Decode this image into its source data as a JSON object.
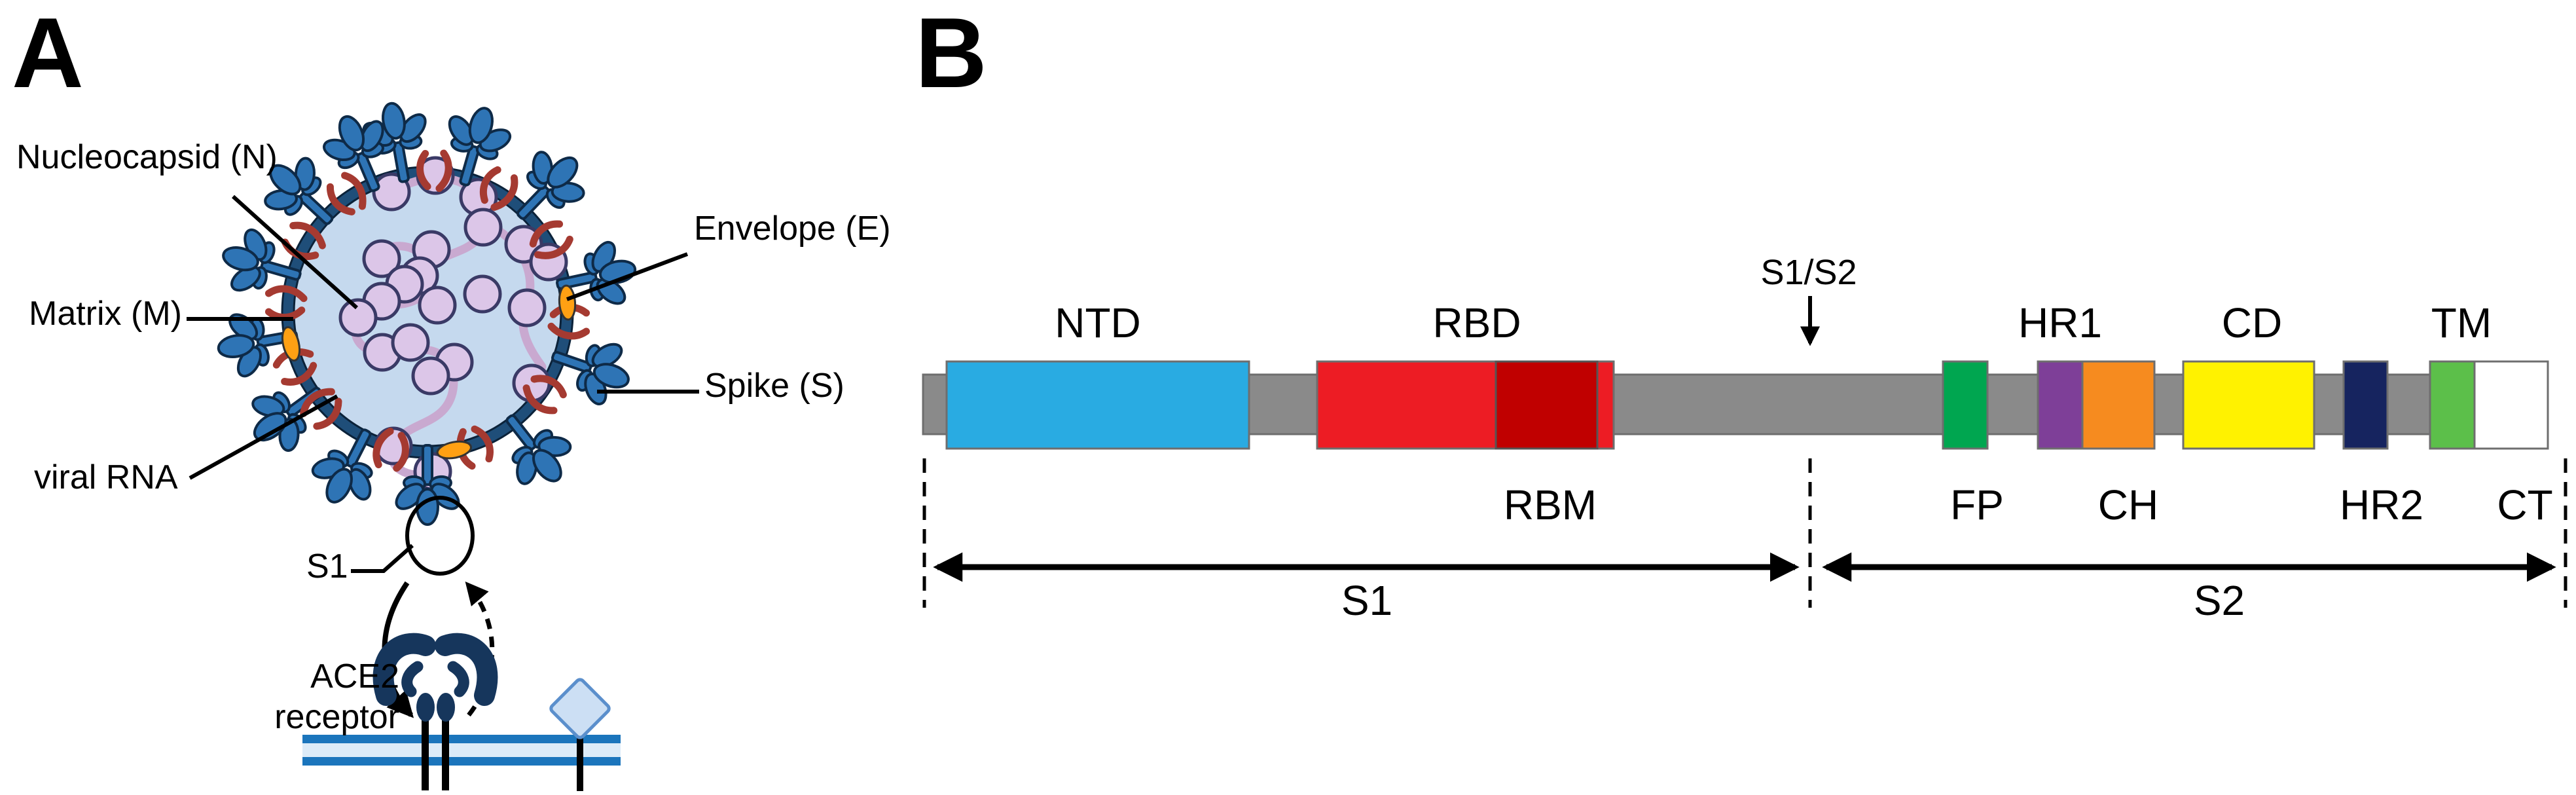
{
  "figure": {
    "panel_a": {
      "label": "A",
      "annotations": {
        "nucleocapsid": "Nucleocapsid (N)",
        "matrix": "Matrix (M)",
        "viral_rna": "viral RNA",
        "envelope": "Envelope (E)",
        "spike": "Spike (S)"
      },
      "binding": {
        "s1": "S1",
        "ace2_line1": "ACE2",
        "ace2_line2": "receptor"
      },
      "colors": {
        "lumen": "#C5D9EE",
        "membrane_ring": "#1F4E79",
        "spike_blue": "#2E74B5",
        "matrix_red": "#A53A31",
        "envelope_orange": "#FFA013",
        "rna_strand": "#C9A9D0",
        "nucleocapsid_bead": "#DCC6E8",
        "receptor_navy": "#16365C",
        "cell_membrane_blue": "#1B75BC",
        "cell_membrane_pale": "#DCEBF8",
        "glycan_fill": "#CCDFF4",
        "glycan_stroke": "#5B8FCC"
      }
    },
    "panel_b": {
      "label": "B",
      "cleavage_label": "S1/S2",
      "backbone_color": "#8A8A8A",
      "domains": [
        {
          "abbr": "NTD",
          "label_position": "above",
          "color": "#29ABE2"
        },
        {
          "abbr": "RBD",
          "label_position": "above",
          "color": "#ED1C24"
        },
        {
          "abbr": "RBM",
          "label_position": "below",
          "color": "#C00000"
        },
        {
          "abbr": "FP",
          "label_position": "below",
          "color": "#00A650"
        },
        {
          "abbr": "HR1",
          "label_position": "above",
          "color": "#7E3F98"
        },
        {
          "abbr": "CH",
          "label_position": "below",
          "color": "#F68B1F"
        },
        {
          "abbr": "CD",
          "label_position": "above",
          "color": "#FFF200"
        },
        {
          "abbr": "HR2",
          "label_position": "below",
          "color": "#16245F"
        },
        {
          "abbr": "TM",
          "label_position": "above",
          "color": "#5CBF4A"
        },
        {
          "abbr": "CT",
          "label_position": "below",
          "color": "#FFFFFF"
        }
      ],
      "subunits": [
        {
          "label": "S1"
        },
        {
          "label": "S2"
        }
      ]
    }
  }
}
